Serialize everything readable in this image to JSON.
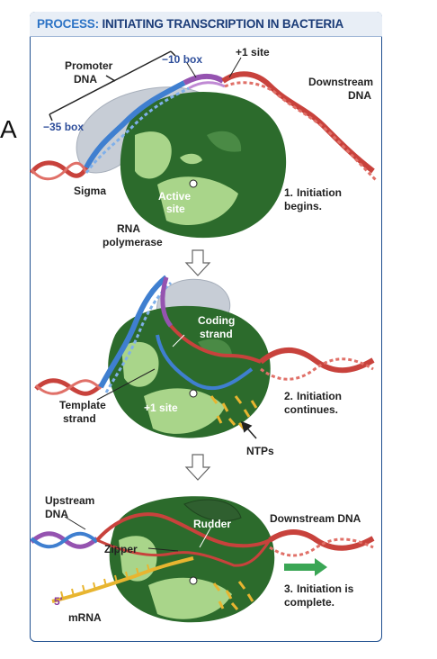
{
  "panel_letter": "A",
  "title": {
    "prefix": "PROCESS:",
    "text": "INITIATING TRANSCRIPTION IN BACTERIA"
  },
  "step1": {
    "promoter_line1": "Promoter",
    "promoter_line2": "DNA",
    "minus10": "−10 box",
    "plus1": "+1 site",
    "downstream_line1": "Downstream",
    "downstream_line2": "DNA",
    "minus35": "−35 box",
    "sigma": "Sigma",
    "active_line1": "Active",
    "active_line2": "site",
    "rnap_line1": "RNA",
    "rnap_line2": "polymerase",
    "caption_num": "1.",
    "caption_line1": "Initiation",
    "caption_line2": "begins."
  },
  "step2": {
    "coding_line1": "Coding",
    "coding_line2": "strand",
    "template_line1": "Template",
    "template_line2": "strand",
    "plus1": "+1 site",
    "caption_num": "2.",
    "caption_line1": "Initiation",
    "caption_line2": "continues.",
    "ntps": "NTPs"
  },
  "step3": {
    "upstream_line1": "Upstream",
    "upstream_line2": "DNA",
    "rudder": "Rudder",
    "downstream": "Downstream DNA",
    "zipper": "Zipper",
    "five_prime": "5′",
    "mrna": "mRNA",
    "caption_num": "3.",
    "caption_line1": "Initiation is",
    "caption_line2": "complete."
  },
  "colors": {
    "frame": "#1f4f8f",
    "title_prefix": "#2c73c5",
    "title_text": "#1b3c78",
    "dna_red": "#c8423c",
    "dna_blue": "#3f7fd0",
    "dna_purple": "#9553b0",
    "polymerase_dark": "#2c6b2c",
    "polymerase_light": "#a9d58a",
    "sigma": "#c7cdd6",
    "mrna": "#e8b530",
    "arrow_green": "#3aa655"
  }
}
